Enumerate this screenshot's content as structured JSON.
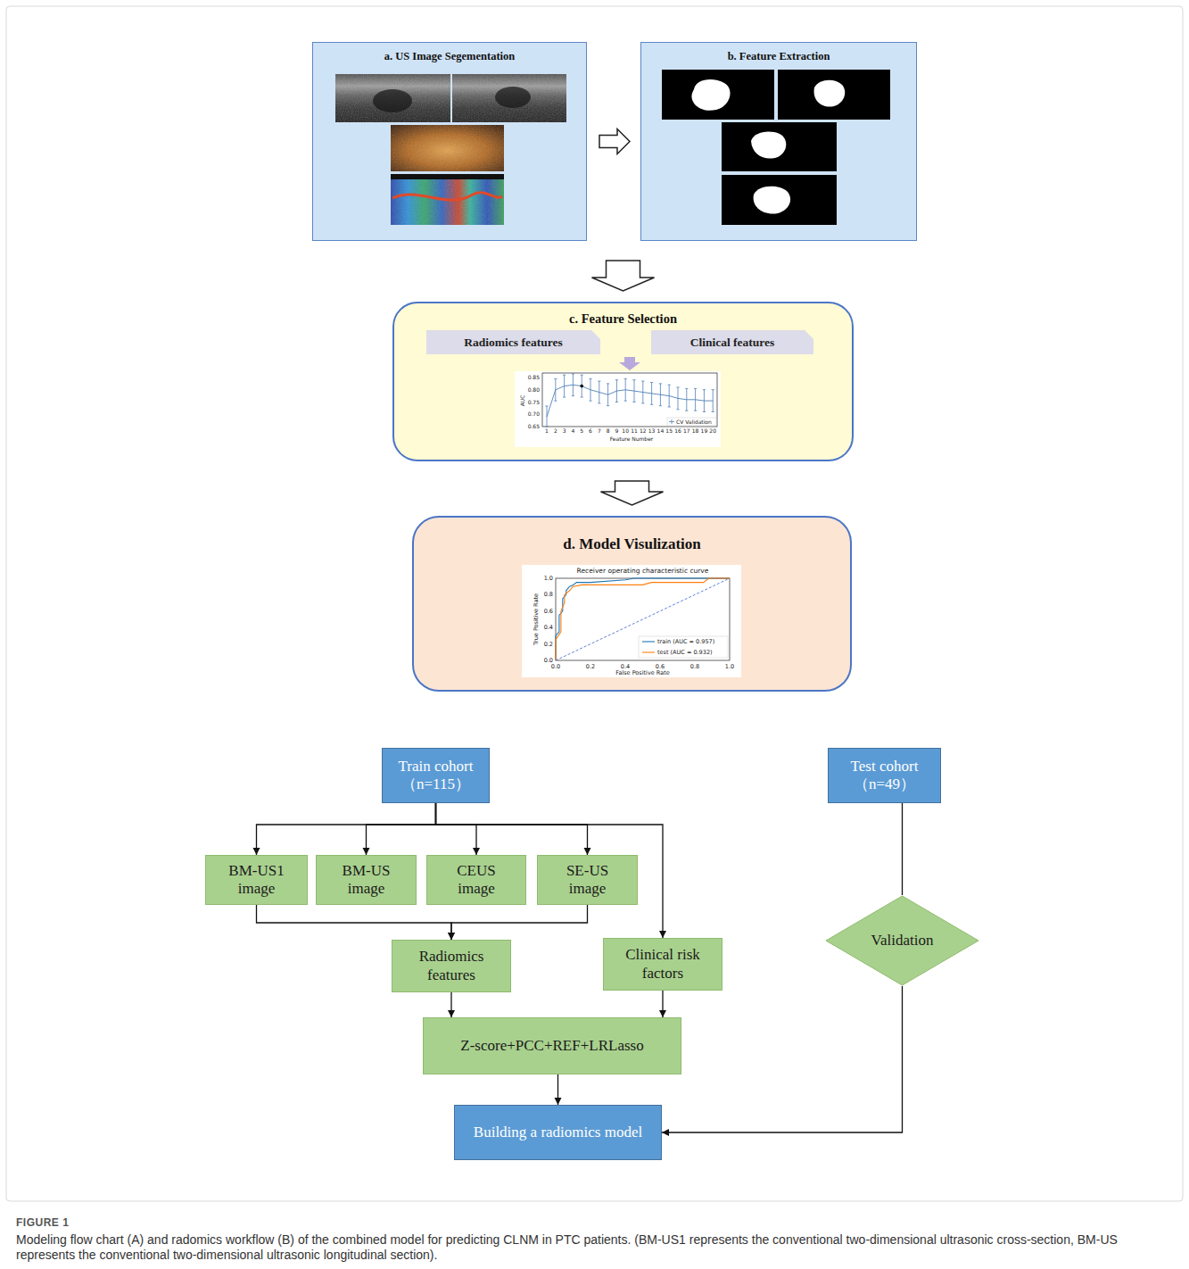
{
  "diagram": {
    "title": "FIGURE 1",
    "caption": "Modeling flow chart (A) and radomics workflow (B) of the combined model for predicting CLNM in PTC patients. (BM-US1 represents the conventional two-dimensional ultrasonic cross-section, BM-US represents the conventional two-dimensional ultrasonic longitudinal section).",
    "nodes": [
      {
        "text": [
          "a. US Image Segementation"
        ]
      },
      {
        "text": [
          "b. Feature Extraction"
        ]
      },
      {
        "text": [
          "c. Feature Selection"
        ]
      },
      {
        "text": [
          "Radiomics features"
        ],
        "in": 2
      },
      {
        "text": [
          "Clinical features"
        ],
        "in": 2
      },
      {
        "text": [
          "d. Model Visulization"
        ]
      },
      {
        "text": [
          "Train cohort （n=115）"
        ]
      },
      {
        "text": [
          "Test cohort （n=49）"
        ]
      },
      {
        "text": [
          "BM-US1 image"
        ]
      },
      {
        "text": [
          "BM-US image"
        ]
      },
      {
        "text": [
          "CEUS image"
        ]
      },
      {
        "text": [
          "SE-US image"
        ]
      },
      {
        "text": [
          "Radiomics features"
        ]
      },
      {
        "text": [
          "Clinical risk factors"
        ]
      },
      {
        "text": [
          "Z-score+PCC+REF+LRLasso"
        ]
      },
      {
        "text": [
          "Building a radiomics model"
        ]
      },
      {
        "text": [
          "Validation"
        ]
      }
    ],
    "edges": [
      {
        "from": 0,
        "to": 1,
        "arrow": "to"
      },
      {
        "from": 1,
        "to": 2,
        "arrow": "to"
      },
      {
        "from": 2,
        "to": 5,
        "arrow": "to"
      },
      {
        "from": 6,
        "to": 8,
        "arrow": "to"
      },
      {
        "from": 6,
        "to": 9,
        "arrow": "to"
      },
      {
        "from": 6,
        "to": 10,
        "arrow": "to"
      },
      {
        "from": 6,
        "to": 11,
        "arrow": "to"
      },
      {
        "from": 6,
        "to": 13,
        "arrow": "to"
      },
      {
        "from": 8,
        "to": 12,
        "arrow": "to"
      },
      {
        "from": 11,
        "to": 12,
        "arrow": "to"
      },
      {
        "from": 12,
        "to": 14,
        "arrow": "to"
      },
      {
        "from": 13,
        "to": 14,
        "arrow": "to"
      },
      {
        "from": 14,
        "to": 15,
        "arrow": "to"
      },
      {
        "from": 7,
        "to": 16,
        "arrow": "none"
      },
      {
        "from": 16,
        "to": 15,
        "arrow": "to"
      }
    ],
    "labels": [
      "0.85",
      "0.80",
      "0.75",
      "0.70",
      "0.65",
      "AUC",
      "1",
      "2",
      "3",
      "4",
      "5",
      "6",
      "7",
      "8",
      "9",
      "10",
      "11",
      "12",
      "13",
      "14",
      "15",
      "16",
      "17",
      "18",
      "19",
      "20",
      "Feature Number",
      "Receiver operating characteristic curve",
      "1.0",
      "0.8",
      "0.6",
      "0.4",
      "0.2",
      "0.0",
      "True Positive Rate",
      "0.0",
      "0.2",
      "0.4",
      "0.6",
      "0.8",
      "1.0",
      "False Positive Rate"
    ],
    "legend": [
      {
        "text": "CV Validation"
      },
      {
        "text": "train (AUC = 0.957)"
      },
      {
        "text": "test (AUC = 0.932)"
      }
    ]
  }
}
